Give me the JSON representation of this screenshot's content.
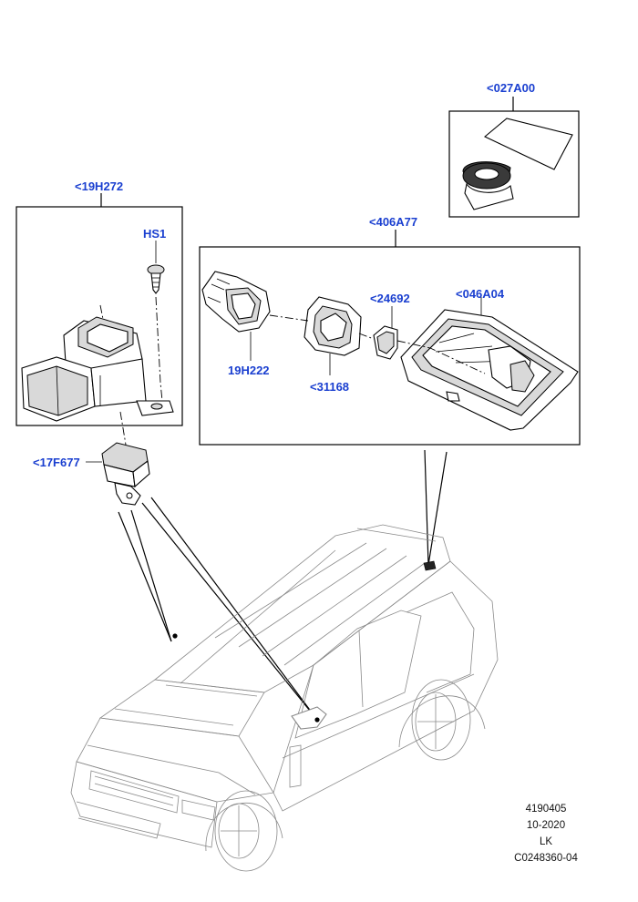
{
  "callouts": {
    "c027A00": "<027A00",
    "c19H272": "<19H272",
    "cHS1": "HS1",
    "c406A77": "<406A77",
    "c24692": "<24692",
    "c046A04": "<046A04",
    "c19H222": "19H222",
    "c31168": "<31168",
    "c17F677": "<17F677"
  },
  "footer": {
    "line1": "4190405",
    "line2": "10-2020",
    "line3": "LK",
    "line4": "C0248360-04"
  },
  "colors": {
    "callout": "#1a3fd0",
    "line": "#000000",
    "background": "#ffffff"
  }
}
